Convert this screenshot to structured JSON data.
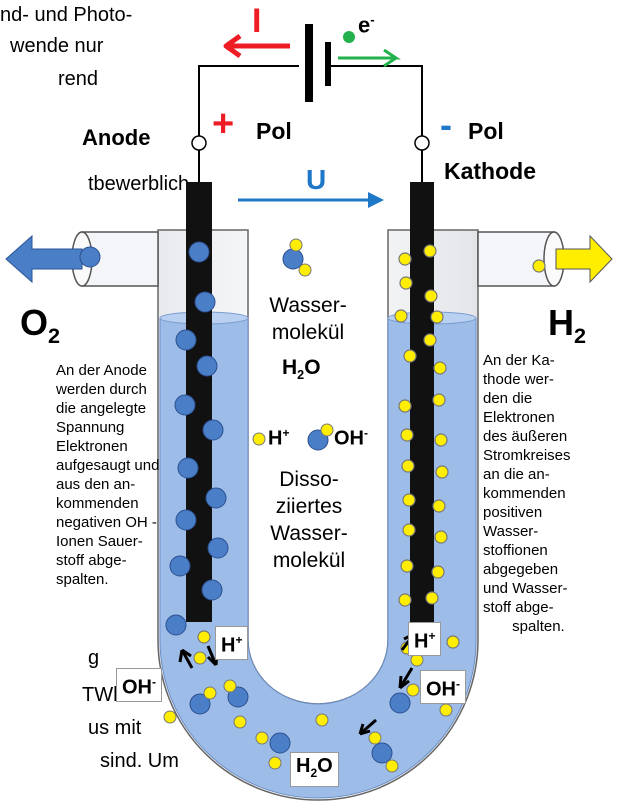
{
  "background_text": [
    "nd- und Photo-",
    "wende nur",
    "rend",
    "tbewerblich",
    "g",
    "TWh",
    "us mit",
    "sind. Um"
  ],
  "circuit": {
    "current_label": "I",
    "electron_label": "e",
    "electron_charge": "-",
    "voltage_label": "U"
  },
  "electrodes": {
    "anode_name": "Anode",
    "anode_pole_sign": "+",
    "anode_pole_word": "Pol",
    "cathode_pole_sign": "-",
    "cathode_pole_word": "Pol",
    "cathode_name": "Kathode"
  },
  "gases": {
    "o2_symbol": "O",
    "o2_sub": "2",
    "h2_symbol": "H",
    "h2_sub": "2"
  },
  "descriptions": {
    "anode": "An der Anode\nwerden durch\ndie angelegte\nSpannung\nElektronen\naufgesaugt und\naus den an-\nkommenden\nnegativen OH -\nIonen Sauer-\nstoff abge-\nspalten.",
    "cathode": "An der Ka-\nthode wer-\nden die\nElektronen\ndes äußeren\nStromkreises\nan die an-\nkommenden\npositiven\nWasser-\nstoffionen\nabgegeben\nund Wasser-\nstoff abge-\n       spalten."
  },
  "center_legend": {
    "water_molecule": "Wasser-\nmolekül",
    "formula_h": "H",
    "formula_sub": "2",
    "formula_o": "O",
    "h_plus": "H",
    "plus": "+",
    "oh": "OH",
    "minus": "-",
    "dissociated": "Disso-\nziiertes\nWasser-\nmolekül"
  },
  "ion_labels": {
    "left_h": "H",
    "left_h_charge": "+",
    "left_oh": "OH",
    "left_oh_charge": "-",
    "right_h": "H",
    "right_h_charge": "+",
    "right_oh": "OH",
    "right_oh_charge": "-",
    "bottom_h2o_h": "H",
    "bottom_h2o_sub": "2",
    "bottom_h2o_o": "O"
  },
  "colors": {
    "current_red": "#ee1c24",
    "electron_green": "#22b14c",
    "voltage_blue": "#1f77c8",
    "oxygen_blue": "#4a7fc8",
    "hydrogen_yellow": "#ffee00",
    "electrolyte": "#9dbde8",
    "electrode": "#111111"
  }
}
